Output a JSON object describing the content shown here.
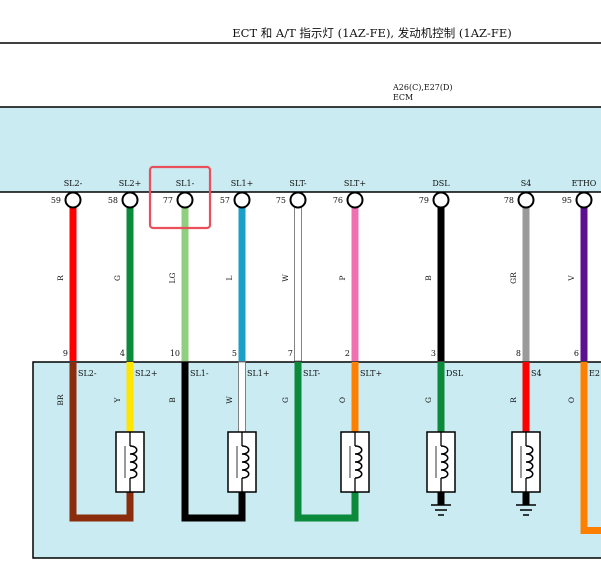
{
  "header": {
    "title": "ECT 和 A/T 指示灯 (1AZ-FE), 发动机控制 (1AZ-FE)"
  },
  "ecm": {
    "connectors": "A26(C),E27(D)",
    "name": "ECM"
  },
  "colors": {
    "ecm_fill": "#c9ebf1",
    "solenoid_fill": "#ffffff",
    "highlight": "#e8505b"
  },
  "wires": [
    {
      "signal": "SL2-",
      "ecm_pin": "59",
      "code": "R",
      "color": "#ff0000",
      "bottom_pin": "9",
      "bottom_label": "SL2-",
      "lower_code": "BR",
      "lower_color": "#8b2c0c"
    },
    {
      "signal": "SL2+",
      "ecm_pin": "58",
      "code": "G",
      "color": "#0a8a3a",
      "bottom_pin": "4",
      "bottom_label": "SL2+",
      "lower_code": "Y",
      "lower_color": "#ffe600"
    },
    {
      "signal": "SL1-",
      "ecm_pin": "77",
      "code": "LG",
      "color": "#8fcf7f",
      "bottom_pin": "10",
      "bottom_label": "SL1-",
      "lower_code": "B",
      "lower_color": "#000000",
      "highlighted": true
    },
    {
      "signal": "SL1+",
      "ecm_pin": "57",
      "code": "L",
      "color": "#1aa0c8",
      "bottom_pin": "5",
      "bottom_label": "SL1+",
      "lower_code": "W",
      "lower_color": "#ffffff"
    },
    {
      "signal": "SLT-",
      "ecm_pin": "75",
      "code": "W",
      "color": "#ffffff",
      "bottom_pin": "7",
      "bottom_label": "SLT-",
      "lower_code": "G",
      "lower_color": "#0a8a3a"
    },
    {
      "signal": "SLT+",
      "ecm_pin": "76",
      "code": "P",
      "color": "#f070b0",
      "bottom_pin": "2",
      "bottom_label": "SLT+",
      "lower_code": "O",
      "lower_color": "#ff8000"
    },
    {
      "signal": "DSL",
      "ecm_pin": "79",
      "code": "B",
      "color": "#000000",
      "bottom_pin": "3",
      "bottom_label": "DSL",
      "lower_code": "G",
      "lower_color": "#0a8a3a"
    },
    {
      "signal": "S4",
      "ecm_pin": "78",
      "code": "GR",
      "color": "#9a9a9a",
      "bottom_pin": "8",
      "bottom_label": "S4",
      "lower_code": "R",
      "lower_color": "#ff0000"
    },
    {
      "signal": "ETHO",
      "ecm_pin": "95",
      "code": "V",
      "color": "#5a1090",
      "bottom_pin": "6",
      "bottom_label": "E2",
      "lower_code": "O",
      "lower_color": "#ff8000"
    }
  ]
}
